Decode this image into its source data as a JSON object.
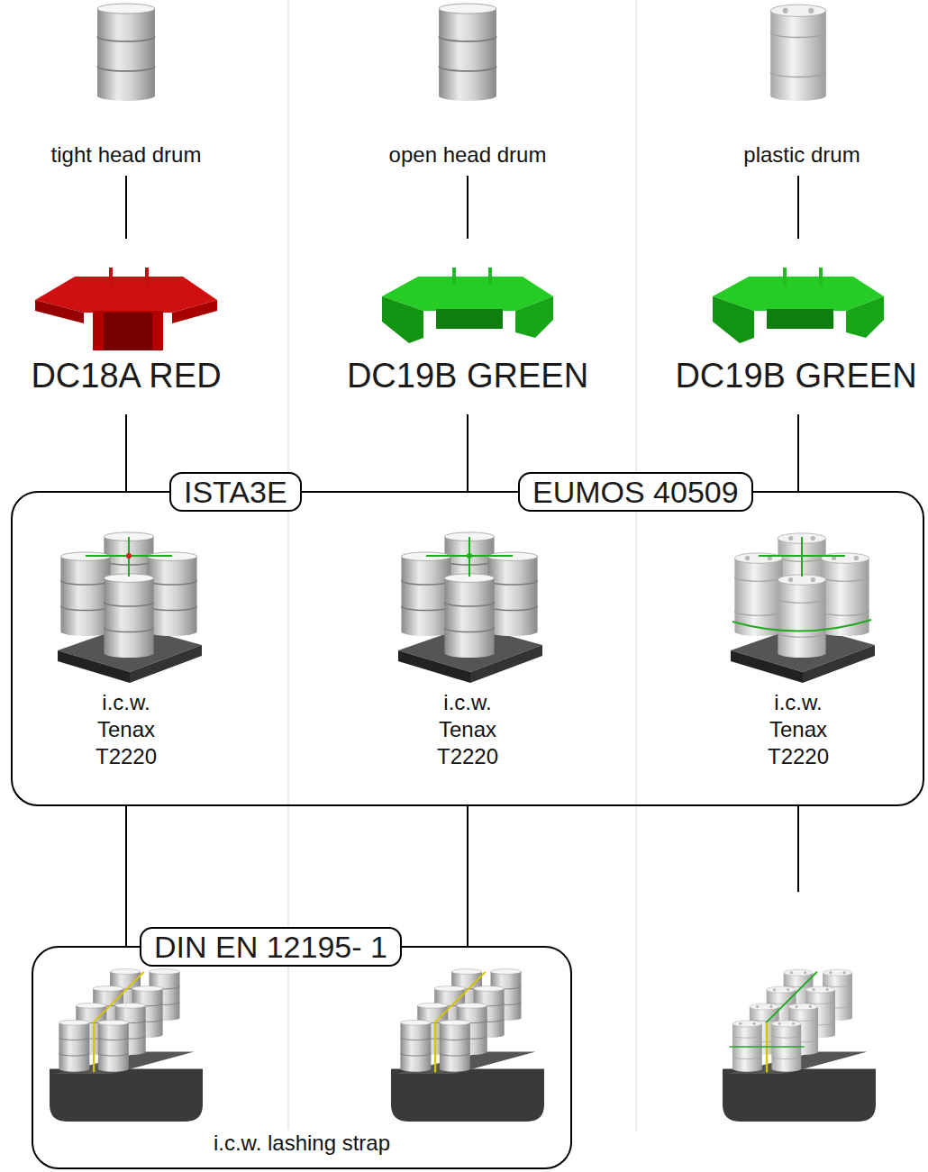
{
  "diagram": {
    "nodes": [
      {
        "text": [
          "tight head drum"
        ]
      },
      {
        "text": [
          "open head drum"
        ]
      },
      {
        "text": [
          "plastic drum"
        ]
      },
      {
        "text": [
          "DC18A RED"
        ]
      },
      {
        "text": [
          "DC19B GREEN"
        ]
      },
      {
        "text": [
          "DC19B GREEN"
        ]
      },
      {
        "text": [
          "ISTA3E",
          "EUMOS 40509"
        ]
      },
      {
        "text": [
          "i.c.w. Tenax T2220"
        ],
        "in": 6
      },
      {
        "text": [
          "i.c.w. Tenax T2220"
        ],
        "in": 6
      },
      {
        "text": [
          "i.c.w. Tenax T2220"
        ],
        "in": 6
      },
      {
        "text": [
          "DIN EN 12195- 1",
          "i.c.w. lashing strap"
        ]
      }
    ],
    "edges": [
      {
        "from": 0,
        "to": 3,
        "arrow": "none"
      },
      {
        "from": 1,
        "to": 4,
        "arrow": "none"
      },
      {
        "from": 2,
        "to": 5,
        "arrow": "none"
      },
      {
        "from": 3,
        "to": 6,
        "arrow": "none"
      },
      {
        "from": 4,
        "to": 6,
        "arrow": "none"
      },
      {
        "from": 5,
        "to": 6,
        "arrow": "none"
      },
      {
        "from": 6,
        "to": 10,
        "arrow": "none"
      },
      {
        "from": 6,
        "to": 10,
        "arrow": "none"
      }
    ]
  }
}
